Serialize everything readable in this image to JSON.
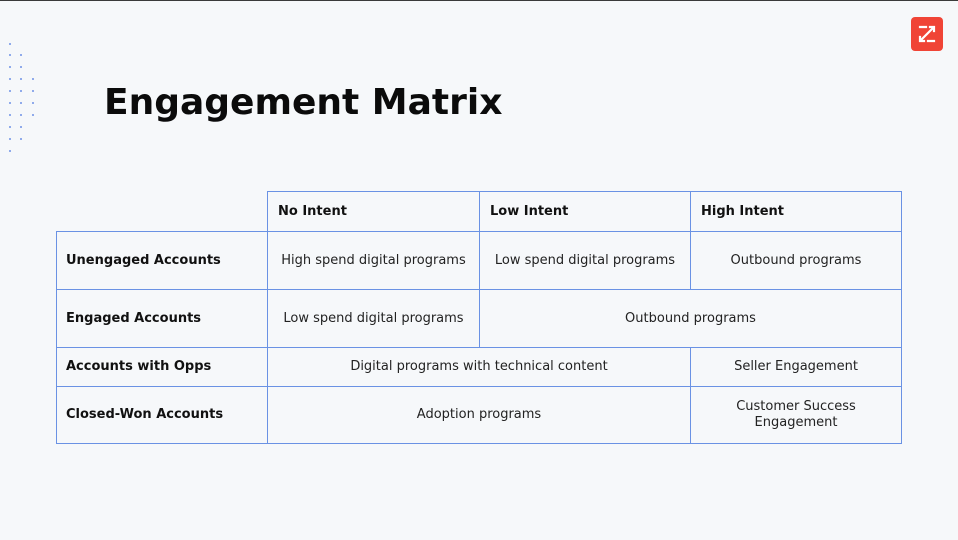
{
  "slide": {
    "title": "Engagement Matrix",
    "logo_icon": "zoominfo-z-logo-icon",
    "colors": {
      "accent": "#f04436",
      "grid": "#6a92e4",
      "background": "#f6f8fa",
      "text": "#111111"
    }
  },
  "matrix": {
    "columns": [
      "No Intent",
      "Low Intent",
      "High Intent"
    ],
    "rows": [
      {
        "label": "Unengaged Accounts",
        "cells": [
          {
            "text": "High spend digital programs",
            "span": 1
          },
          {
            "text": "Low spend digital programs",
            "span": 1
          },
          {
            "text": "Outbound programs",
            "span": 1
          }
        ]
      },
      {
        "label": "Engaged Accounts",
        "cells": [
          {
            "text": "Low spend digital programs",
            "span": 1
          },
          {
            "text": "Outbound programs",
            "span": 2
          }
        ]
      },
      {
        "label": "Accounts with Opps",
        "cells": [
          {
            "text": "Digital programs with technical content",
            "span": 2
          },
          {
            "text": "Seller Engagement",
            "span": 1
          }
        ]
      },
      {
        "label": "Closed-Won Accounts",
        "cells": [
          {
            "text": "Adoption programs",
            "span": 2
          },
          {
            "text": "Customer Success Engagement",
            "span": 1
          }
        ]
      }
    ]
  }
}
